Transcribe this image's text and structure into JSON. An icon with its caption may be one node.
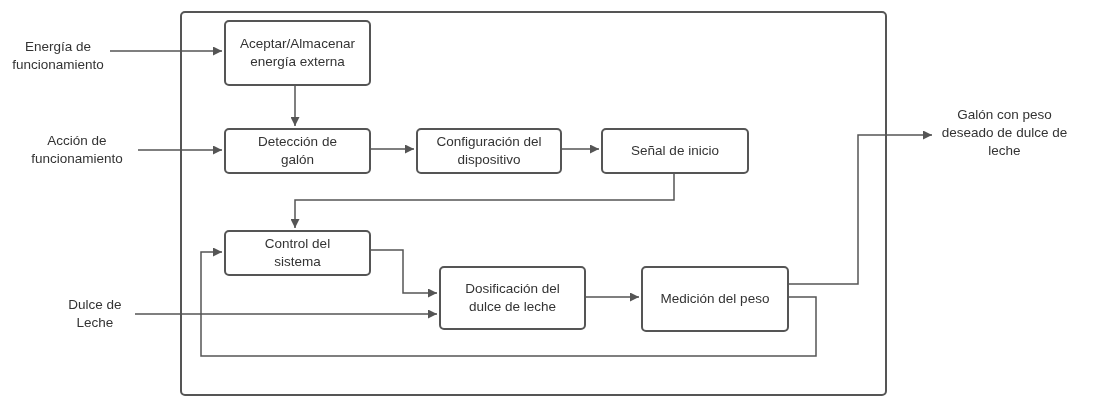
{
  "diagram": {
    "nodes": [
      {
        "text": [],
        "shape": "box"
      },
      {
        "text": [
          "Energía de funcionamiento"
        ]
      },
      {
        "text": [
          "Acción de funcionamiento"
        ]
      },
      {
        "text": [
          "Dulce de Leche"
        ]
      },
      {
        "text": [
          "Aceptar/Almacenar energía externa"
        ],
        "in": 0
      },
      {
        "text": [
          "Detección de galón"
        ],
        "in": 0
      },
      {
        "text": [
          "Configuración del dispositivo"
        ],
        "in": 0
      },
      {
        "text": [
          "Señal de inicio"
        ],
        "in": 0
      },
      {
        "text": [
          "Control del sistema"
        ],
        "in": 0
      },
      {
        "text": [
          "Dosificación del dulce de leche"
        ],
        "in": 0
      },
      {
        "text": [
          "Medición del peso"
        ],
        "in": 0
      },
      {
        "text": [
          "Galón con peso deseado de dulce de leche"
        ]
      }
    ],
    "edges": [
      {
        "from": 1,
        "to": 4,
        "arrow": "to"
      },
      {
        "from": 2,
        "to": 5,
        "arrow": "to"
      },
      {
        "from": 3,
        "to": 9,
        "arrow": "to"
      },
      {
        "from": 4,
        "to": 5,
        "arrow": "to"
      },
      {
        "from": 5,
        "to": 6,
        "arrow": "to"
      },
      {
        "from": 6,
        "to": 7,
        "arrow": "to"
      },
      {
        "from": 7,
        "to": 8,
        "arrow": "to"
      },
      {
        "from": 8,
        "to": 9,
        "arrow": "to"
      },
      {
        "from": 9,
        "to": 10,
        "arrow": "to"
      },
      {
        "from": 10,
        "to": 11,
        "arrow": "to"
      },
      {
        "from": 10,
        "to": 8,
        "arrow": "to"
      }
    ]
  }
}
